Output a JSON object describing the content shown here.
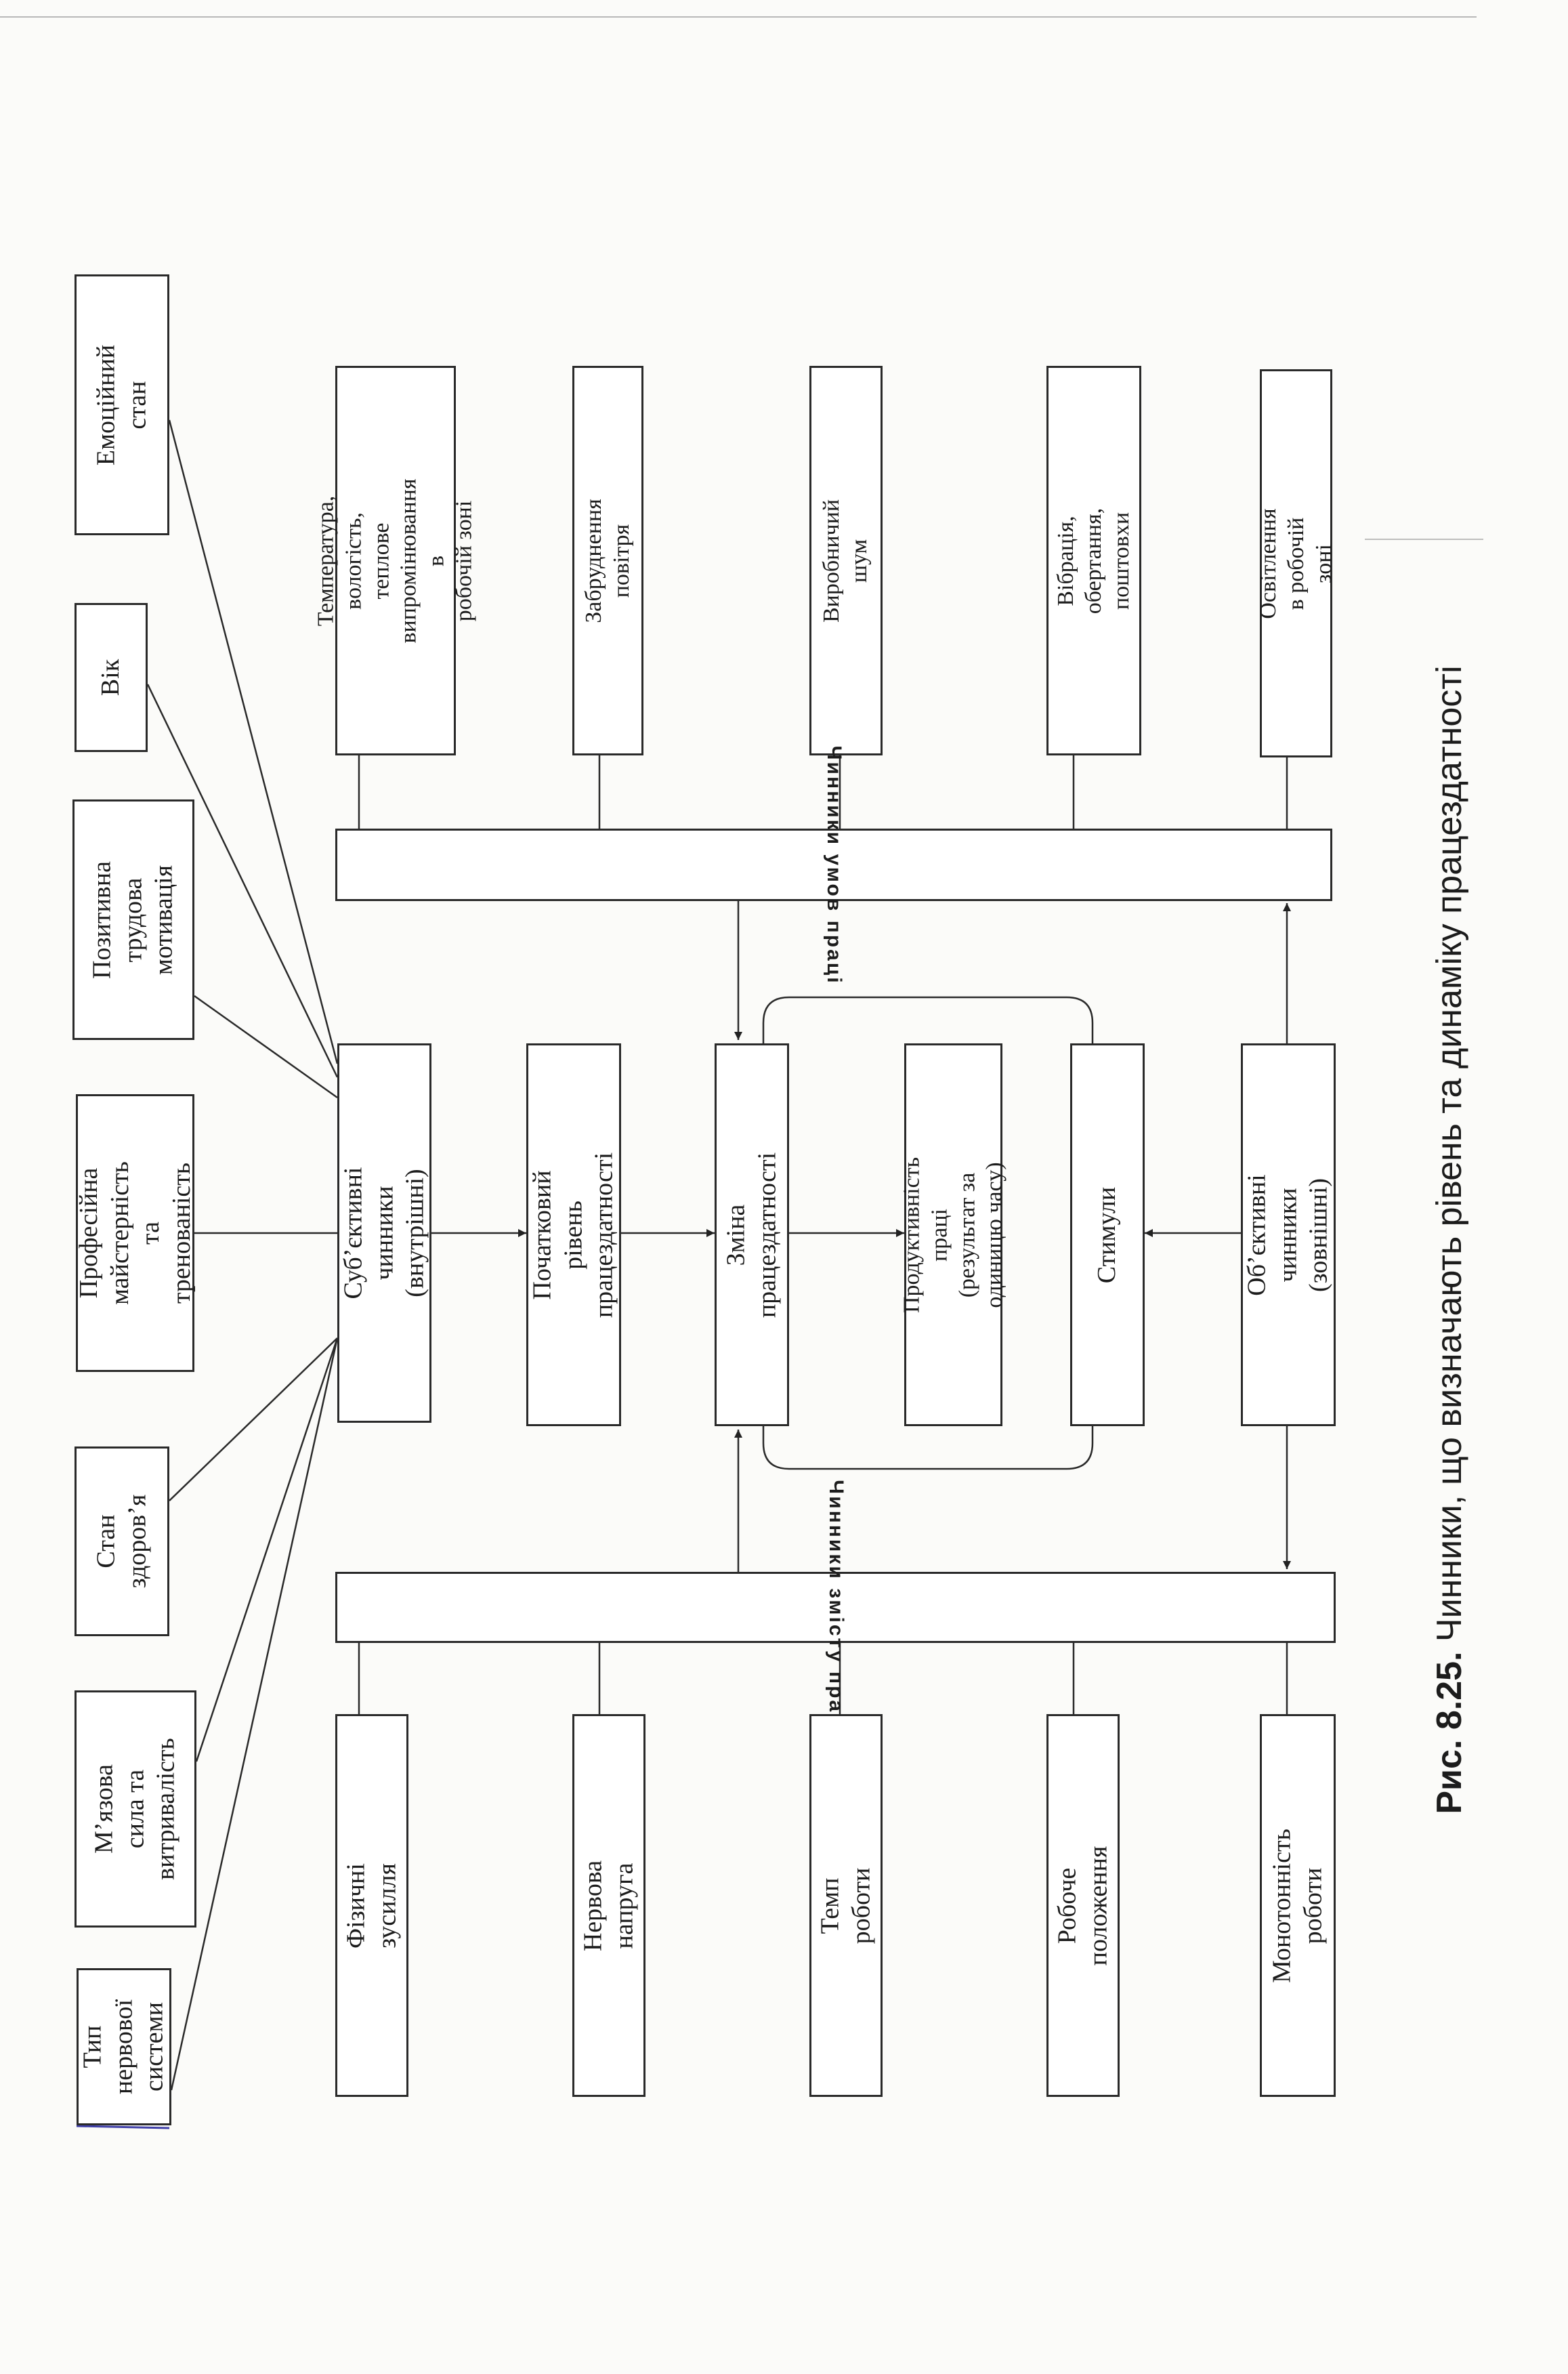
{
  "figure": {
    "caption_number": "Рис. 8.25.",
    "caption_text": "Чинники, що визначають рівень та динаміку працездатності"
  },
  "subjective_inputs": [
    "Тип нервової\nсистеми",
    "М’язова\nсила та\nвитривалість",
    "Стан\nздоров’я",
    "Професійна\nмайстерність та\nтренованість",
    "Позитивна\nтрудова\nмотивація",
    "Вік",
    "Емоційний\nстан"
  ],
  "central": {
    "subjective": "Суб’єктивні чинники\n(внутрішні)",
    "initial_level": "Початковий рівень\nпрацездатності",
    "change": "Зміна працездатності",
    "productivity": "Продуктивність праці\n(результат за одиницю часу)",
    "stimuli": "Стимули",
    "objective": "Об’єктивні чинники\n(зовнішні)"
  },
  "bars": {
    "content": "Чинники змісту праці",
    "conditions": "Чинники умов праці"
  },
  "content_factors": [
    "Фізичні зусилля",
    "Нервова напруга",
    "Темп роботи",
    "Робоче положення",
    "Монотонність роботи"
  ],
  "condition_factors": [
    "Температура, вологість,\nтеплове випромінювання в\nробочій зоні",
    "Забруднення повітря",
    "Виробничий шум",
    "Вібрація, обертання,\nпоштовхи",
    "Освітлення в робочій зоні"
  ]
}
